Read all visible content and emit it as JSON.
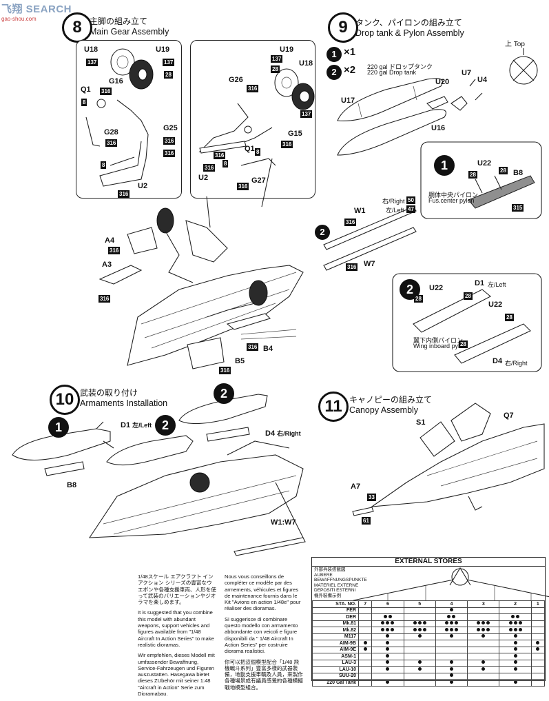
{
  "watermark": {
    "site": "飞翔 SEARCH",
    "url": "gao-shou.com"
  },
  "step8": {
    "number": "8",
    "title_jp": "主脚の組み立て",
    "title_en": "Main Gear Assembly",
    "labels": {
      "U18": "U18",
      "U19": "U19",
      "G16": "G16",
      "Q1": "Q1",
      "G28": "G28",
      "G25": "G25",
      "U2": "U2",
      "G26": "G26",
      "G15": "G15",
      "G27": "G27",
      "A4": "A4",
      "A3": "A3",
      "B4": "B4",
      "B5": "B5"
    },
    "codes": {
      "c137": "137",
      "c28": "28",
      "c316": "316",
      "c8": "8"
    }
  },
  "step9": {
    "number": "9",
    "title_jp": "タンク、パイロンの組み立て",
    "title_en": "Drop tank & Pylon Assembly",
    "opt1": "1",
    "opt2": "2",
    "x1": "×1",
    "x2": "×2",
    "tank_jp": "220 gal ドロップタンク",
    "tank_en": "220 gal Drop tank",
    "top_jp": "上",
    "top_en": "Top",
    "labels": {
      "U17": "U17",
      "U16": "U16",
      "U20": "U20",
      "U7": "U7",
      "U4": "U4",
      "U22": "U22",
      "B8": "B8",
      "W1": "W1",
      "W7": "W7",
      "D1": "D1",
      "D4": "D4"
    },
    "codes": {
      "c28": "28",
      "c315": "315",
      "c316": "316",
      "c50": "50",
      "c47": "47"
    },
    "fus_jp": "胴体中央パイロン",
    "fus_en": "Fus.center pylon",
    "right_jp": "右",
    "right_en": "/Right",
    "left_jp": "左",
    "left_en": "/Left",
    "wing_jp": "翼下内側パイロン",
    "wing_en": "Wing inboard pylon"
  },
  "step10": {
    "number": "10",
    "title_jp": "武装の取り付け",
    "title_en": "Armaments Installation",
    "opt1": "1",
    "opt2": "2",
    "labels": {
      "D1": "D1",
      "D4": "D4",
      "B8": "B8",
      "W1W7": "W1:W7"
    },
    "left_jp": "左",
    "left_en": "/Left",
    "right_jp": "右",
    "right_en": "/Right"
  },
  "step11": {
    "number": "11",
    "title_jp": "キャノピーの組み立て",
    "title_en": "Canopy Assembly",
    "labels": {
      "S1": "S1",
      "Q7": "Q7",
      "A7": "A7"
    },
    "codes": {
      "c33": "33",
      "c61": "61"
    }
  },
  "notes": {
    "jp": "1/48スケール エアクラフト インアクション シリーズの豊富なウエポンや各種支援車両、人形を使って武装のバリエーションやジオラマを楽しめます。",
    "en": "It is suggested that you combine this model with abundant weapons, support vehicles and figures available from \"1/48 Aircraft In Action Series\" to make realistic dioramas.",
    "de": "Wir empfehlen, dieses Modell mit umfassender Bewaffnung, Service-Fahrzeugen und Figuren auszustatten. Hasegawa bietet dieses ZUbehör mit seiner 1:48 \"Aircraft in Action\" Serie zum Dioramabau.",
    "fr": "Nous vous conseillons de compléter ce modèle par des armements, véhicules et figures de maintenance fournis dans le Kit \"Avions en action 1/48e\" pour réaliser des dioramas.",
    "it": "Si suggerisce di combinare questo modello con armamento abbondante con veicoli e figure disponibili da \" 1/48 Aircraft In Action Series\" per costruire diorama realistici.",
    "zh": "你可以把這個模型配合「1/48 飛機戰斗系列」豐富多樣的武器裝備，地勤支援車輛及人員，來製作各種場景成有議員感覺的各種模擬戰地模型組合。"
  },
  "external_stores": {
    "title": "EXTERNAL STORES",
    "captions": [
      "外部兵装搭載図",
      "AUBERE",
      "BEWAFFNUNGSPUNKTE",
      "MATERIEL EXTERNE",
      "DEPOSITI ESTERNI",
      "機外裝備示例"
    ],
    "sta_label": "STA. NO.",
    "stations": [
      "7",
      "6",
      "5",
      "4",
      "3",
      "2",
      "1"
    ],
    "rows": [
      {
        "name": "FER",
        "dots": [
          0,
          0,
          0,
          1,
          0,
          0,
          0
        ]
      },
      {
        "name": "DER",
        "dots": [
          0,
          2,
          0,
          2,
          0,
          2,
          0
        ]
      },
      {
        "name": "Mk.81",
        "dots": [
          0,
          3,
          3,
          3,
          3,
          3,
          0
        ]
      },
      {
        "name": "Mk.82",
        "dots": [
          0,
          3,
          3,
          3,
          3,
          3,
          0
        ]
      },
      {
        "name": "M117",
        "dots": [
          0,
          1,
          1,
          1,
          1,
          1,
          0
        ]
      },
      {
        "name": "AIM-9B",
        "dots": [
          1,
          1,
          0,
          0,
          0,
          1,
          1
        ]
      },
      {
        "name": "AIM-9E",
        "dots": [
          1,
          1,
          0,
          0,
          0,
          1,
          1
        ]
      },
      {
        "name": "ASM-1",
        "dots": [
          0,
          1,
          0,
          0,
          0,
          1,
          0
        ]
      },
      {
        "name": "LAU-3",
        "dots": [
          0,
          1,
          1,
          1,
          1,
          1,
          0
        ]
      },
      {
        "name": "LAU-10",
        "dots": [
          0,
          1,
          1,
          1,
          1,
          1,
          0
        ]
      },
      {
        "name": "SUU-20",
        "dots": [
          0,
          0,
          0,
          1,
          0,
          0,
          0
        ]
      },
      {
        "name": "220 Gal Tank",
        "dots": [
          0,
          1,
          0,
          1,
          0,
          1,
          0
        ]
      }
    ]
  }
}
